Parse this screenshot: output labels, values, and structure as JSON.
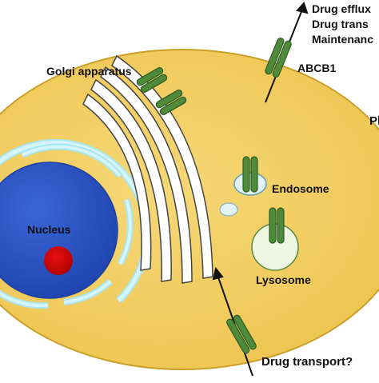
{
  "labels": {
    "golgi": "Golgi apparatus",
    "abcb1": "ABCB1",
    "endosome": "Endosome",
    "nucleus": "Nucleus",
    "lysosome": "Lysosome",
    "drug_transport_question": "Drug transport?",
    "membrane_partial": "Pl",
    "functions": [
      "Drug efflux",
      "Drug trans",
      "Maintenanc"
    ]
  },
  "colors": {
    "cytoplasm": "#f2cf63",
    "cell_border": "#c9a028",
    "nucleus": "#2f56c7",
    "nucleus_edge": "#1d3f9e",
    "nuclear_envelope": "#a8e6f2",
    "nucleolus": "#d40000",
    "golgi": "#ffffff",
    "transporter": "#4f8a3a",
    "transporter_dark": "#2e5c22",
    "vesicle": "#e2f3f8",
    "lysosome": "#eef7e2"
  },
  "icons": [
    "transporter-icon",
    "arrow-icon"
  ]
}
